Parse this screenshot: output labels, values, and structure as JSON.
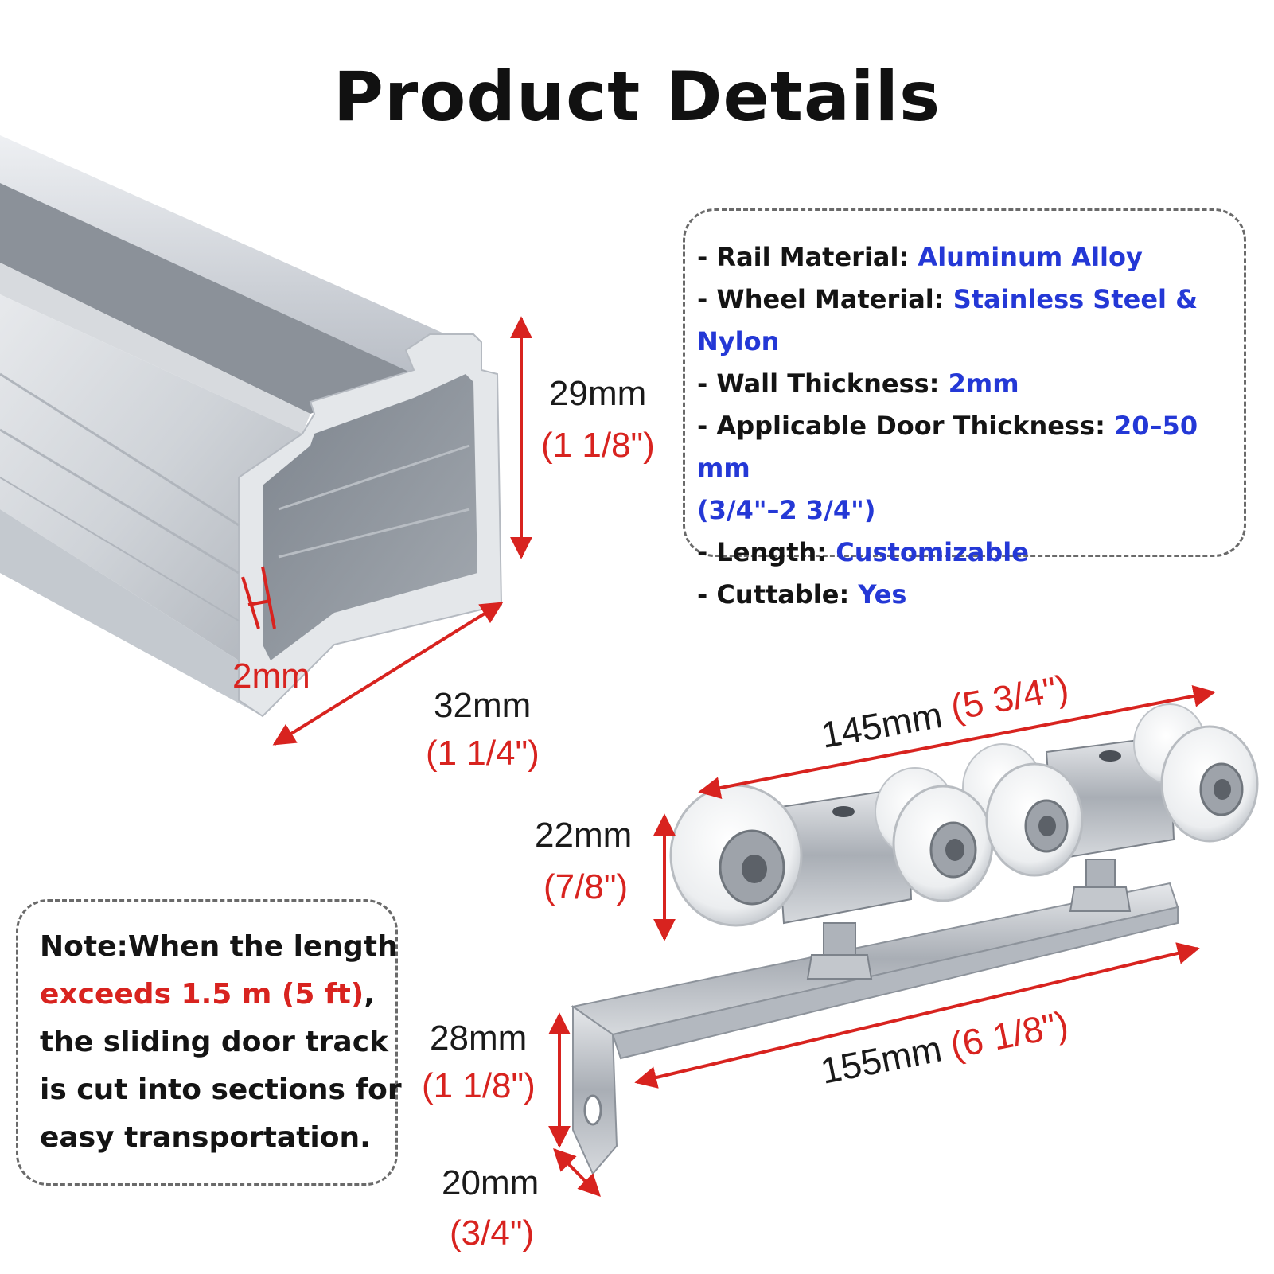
{
  "title": "Product Details",
  "specs": [
    {
      "label": "- Rail Material: ",
      "value": "Aluminum Alloy"
    },
    {
      "label": "- Wheel Material: ",
      "value": "Stainless Steel & Nylon"
    },
    {
      "label": "- Wall Thickness: ",
      "value": "2mm"
    },
    {
      "label": "- Applicable Door Thickness: ",
      "value": "20–50 mm",
      "value2": "(3/4\"–2 3/4\")"
    },
    {
      "label": "- Length: ",
      "value": "Customizable"
    },
    {
      "label": "- Cuttable: ",
      "value": "Yes"
    }
  ],
  "note": {
    "line1": "Note:When the length",
    "highlight": "exceeds 1.5 m (5 ft)",
    "after_highlight": ",",
    "line3": "the sliding door track",
    "line4": "is cut into sections for",
    "line5": "easy transportation."
  },
  "dimensions": {
    "rail_height_mm": "29mm",
    "rail_height_in": "(1 1/8\")",
    "rail_width_mm": "32mm",
    "rail_width_in": "(1 1/4\")",
    "wall": "2mm",
    "top_length_mm": "145mm",
    "top_length_in": "(5 3/4\")",
    "bottom_length_mm": "155mm",
    "bottom_length_in": "(6 1/8\")",
    "wheel_height_mm": "22mm",
    "wheel_height_in": "(7/8\")",
    "bracket_height_mm": "28mm",
    "bracket_height_in": "(1 1/8\")",
    "bracket_width_mm": "20mm",
    "bracket_width_in": "(3/4\")"
  },
  "colors": {
    "accent_red": "#d8231f",
    "value_blue": "#2438d6",
    "aluminum": "#c9ced4"
  }
}
